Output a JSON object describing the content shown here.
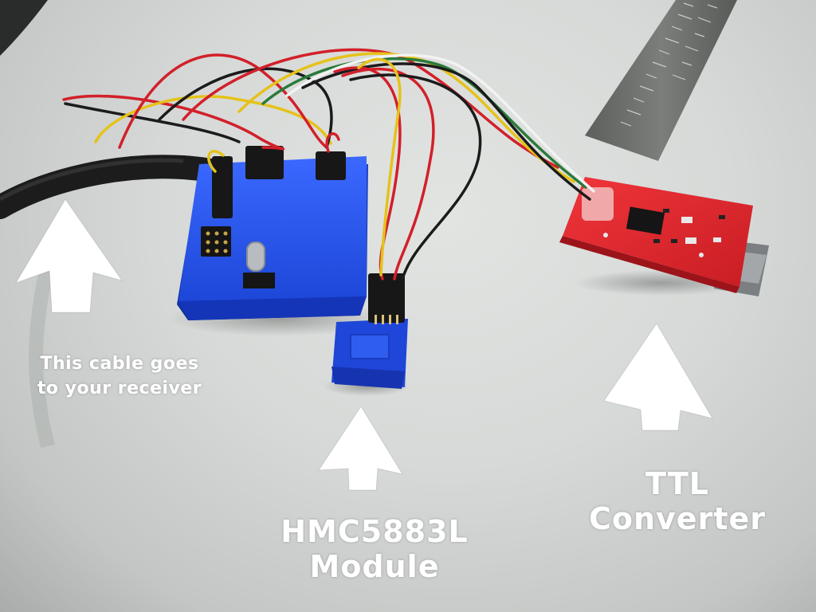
{
  "captions": {
    "cable_line1": "This cable goes",
    "cable_line2": "to your receiver",
    "hmc_line1": "HMC5883L",
    "hmc_line2": "Module",
    "ttl_line1": "TTL",
    "ttl_line2": "Converter"
  },
  "colors": {
    "table_surface": "#d6d9d7",
    "enclosure_blue": "#1f4fe6",
    "converter_board_red": "#e3262b",
    "ruler_metal": "#6f716f",
    "caption_text": "#ffffff",
    "arrow_fill": "#ffffff",
    "wire_red": "#d2202a",
    "wire_yellow": "#e6c21a",
    "wire_black": "#1b1b1b",
    "wire_green": "#2a7a3a",
    "wire_white": "#f2f2f2",
    "cable_black": "#1c1c1c"
  },
  "objects": [
    "steel-ruler",
    "receiver-cable",
    "blue-3d-printed-enclosure",
    "hmc5883l-module",
    "ttl-converter-board",
    "jumper-wires"
  ],
  "icons": [
    "up-arrow-icon",
    "up-arrow-icon",
    "up-arrow-icon"
  ]
}
